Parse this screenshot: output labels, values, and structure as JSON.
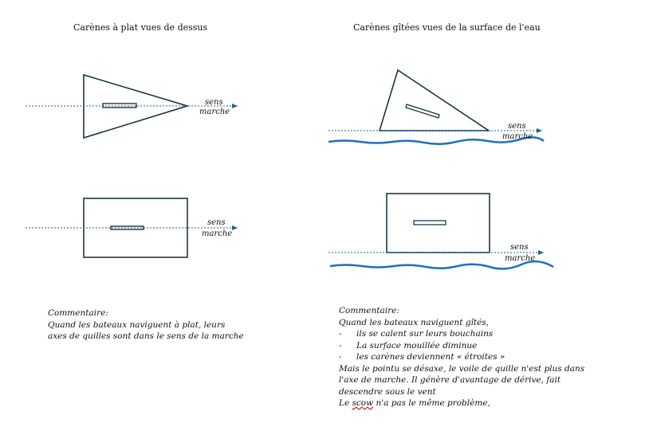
{
  "titles": {
    "left": "Carènes à plat vues de dessus",
    "right": "Carènes gîtées vues de la surface de l'eau"
  },
  "direction_label": {
    "line1": "sens",
    "line2": "marche"
  },
  "colors": {
    "hull": "#0d2a3a",
    "axis": "#1f5f8b",
    "water": "#1e6fc0"
  },
  "comment_left": {
    "heading": "Commentaire:",
    "lines": [
      "Quand les bateaux naviguent à plat, leurs",
      "axes de quilles sont dans le sens de la marche"
    ]
  },
  "comment_right": {
    "heading": "Commentaire:",
    "intro": "Quand les bateaux naviguent gîtés,",
    "bullets": [
      "ils se calent sur leurs bouchains",
      "La surface mouillée diminue",
      "les carènes deviennent « étroites »"
    ],
    "lines": [
      "Mais le pointu se désaxe, le voile de quille n'est plus dans",
      "l'axe de marche. Il génère d'avantage de dérive, fait",
      "descendre sous le vent"
    ],
    "last_prefix": "Le ",
    "last_word": "scow",
    "last_suffix": " n'a pas le même problème,"
  }
}
